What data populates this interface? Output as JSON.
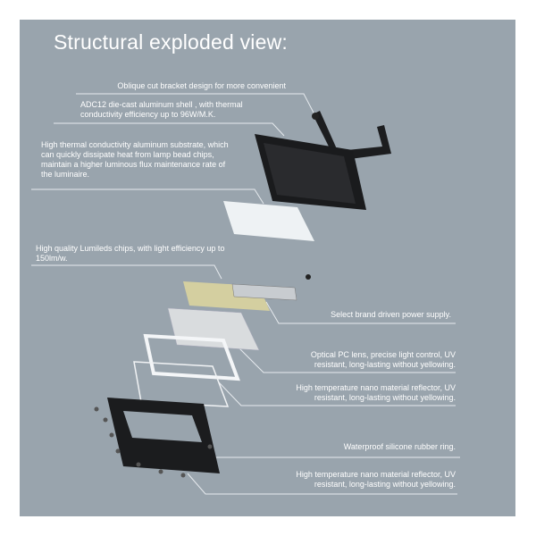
{
  "title": "Structural exploded view:",
  "captions": {
    "bracket": "Oblique cut bracket design for more convenient",
    "shell": "ADC12 die-cast aluminum shell , with thermal conductivity efficiency up to 96W/M.K.",
    "substrate": "High thermal conductivity aluminum substrate, which can quickly dissipate heat from lamp bead chips, maintain a higher luminous flux maintenance rate of the luminaire.",
    "chips": "High quality Lumileds chips, with light efficiency up to 150lm/w.",
    "driver": "Select brand driven power supply.",
    "lens": "Optical PC lens, precise light control, UV resistant, long-lasting without yellowing.",
    "reflector": "High temperature nano material reflector, UV resistant, long-lasting without  yellowing.",
    "ring": "Waterproof silicone rubber ring.",
    "reflector2": "High temperature nano material reflector, UV resistant, long-lasting without  yellowing."
  }
}
